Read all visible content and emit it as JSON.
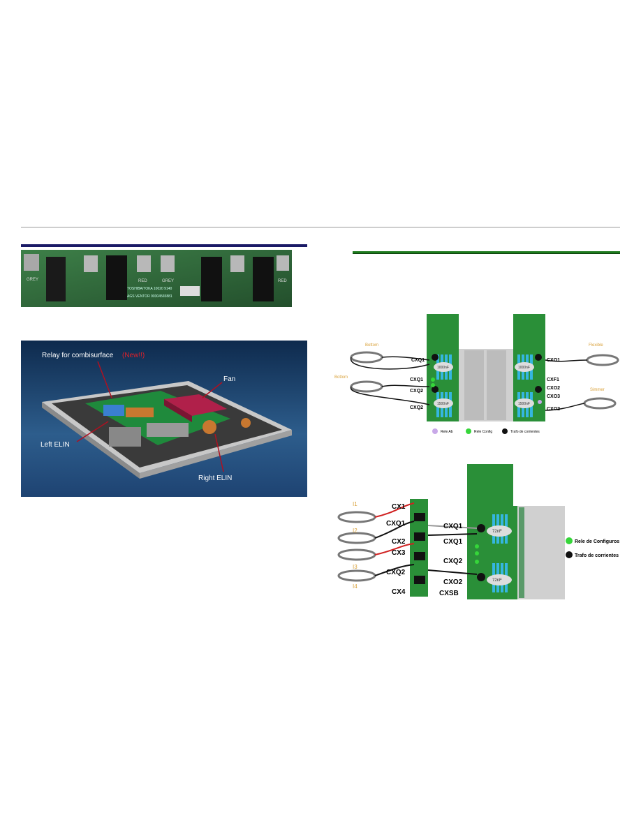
{
  "render": {
    "label_relay": "Relay for combisurface",
    "label_relay_new": "(New!!)",
    "label_fan": "Fan",
    "label_left_elin": "Left ELIN",
    "label_right_elin": "Right ELIN"
  },
  "pcb_photo": {
    "relay_labels": [
      "GREY",
      "RED",
      "GREY",
      "RED"
    ],
    "print_line1": "TOSHIBA/TOKA 10020 9140",
    "print_line2": "AGS VENTOR 90304565881"
  },
  "diagram_top": {
    "left_labels": [
      "CXQ1",
      "CXQ1",
      "CXQ2",
      "CXQ2"
    ],
    "right_labels": [
      "CXO1",
      "CXF1",
      "CXO2",
      "CXO3",
      "CXO2"
    ],
    "cap_labels": [
      "1000nF",
      "1000nF",
      "1500nF",
      "1500nF"
    ],
    "coil_labels": [
      "Bottom",
      "Bottom",
      "Flexible",
      "Simmer"
    ],
    "legend": [
      "Rele Ab",
      "Rele Config",
      "Trafo de corrientes"
    ]
  },
  "diagram_bottom": {
    "coil_labels": [
      "I1",
      "I2",
      "I3",
      "I4"
    ],
    "left_labels": [
      "CX1",
      "CXQ1",
      "CX2",
      "CX3",
      "CXQ2",
      "CX4"
    ],
    "mid_labels": [
      "CXQ1",
      "CXQ1",
      "CXQ2",
      "CXO2",
      "CXSB"
    ],
    "cap_labels": [
      "72nF",
      "72nF"
    ],
    "legend": [
      "Rele de Configuros",
      "Trafo de corrientes"
    ],
    "colors": {
      "green": "#2e9e3a",
      "board": "#2a8f38",
      "led": "#36d63a",
      "cap": "#35b6e0",
      "heatsink": "#d0d0d0"
    }
  }
}
